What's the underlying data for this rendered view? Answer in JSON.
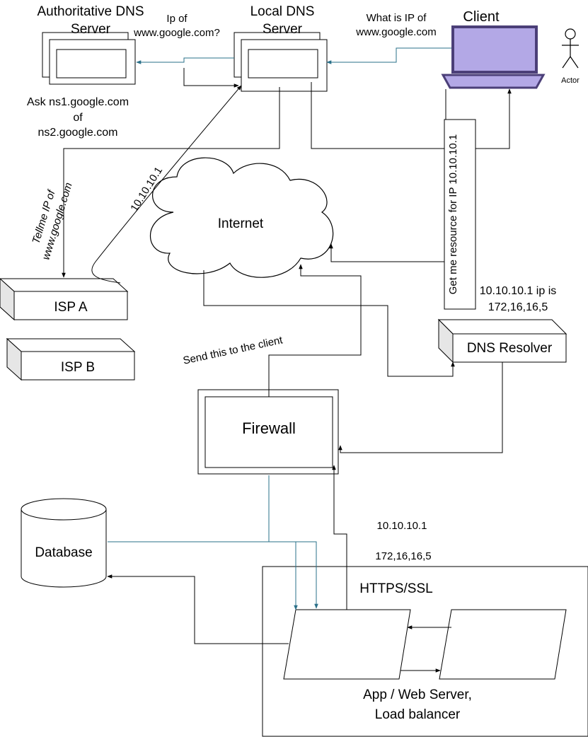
{
  "nodes": {
    "auth_dns": {
      "title_line1": "Authoritative DNS",
      "title_line2": "Server"
    },
    "local_dns": {
      "title_line1": "Local DNS",
      "title_line2": "Server"
    },
    "client": {
      "title": "Client"
    },
    "actor": {
      "label": "Actor"
    },
    "internet": {
      "label": "Internet"
    },
    "isp_a": {
      "label": "ISP A"
    },
    "isp_b": {
      "label": "ISP B"
    },
    "dns_resolver": {
      "label": "DNS Resolver"
    },
    "firewall": {
      "label": "Firewall"
    },
    "database": {
      "label": "Database"
    },
    "https_group": {
      "label": "HTTPS/SSL"
    },
    "app_server": {
      "label_line1": "App / Web Server,",
      "label_line2": "Load balancer"
    }
  },
  "edge_labels": {
    "ip_of_google": {
      "line1": "Ip of",
      "line2": "www.google.com?"
    },
    "what_is_ip": {
      "line1": "What is IP of",
      "line2": "www.google.com"
    },
    "ask_ns": {
      "line1": "Ask ns1.google.com",
      "line2": "of",
      "line3": "ns2.google.com"
    },
    "tell_me_ip": {
      "line1": "Tellme IP of",
      "line2": "www.google.com"
    },
    "ip_10": "10.10.10.1",
    "get_resource": "Get me resource for IP 10.10.10.1",
    "resolved_ip": {
      "line1": "10.10.10.1 ip is",
      "line2": "172,16,16,5"
    },
    "send_to_client": "Send this to the client",
    "fw_ip1": "10.10.10.1",
    "fw_ip2": "172,16,16,5"
  },
  "colors": {
    "teal_arrow": "#2a7089",
    "laptop_screen": "#b3a8e6",
    "laptop_frame": "#4b3f78"
  }
}
